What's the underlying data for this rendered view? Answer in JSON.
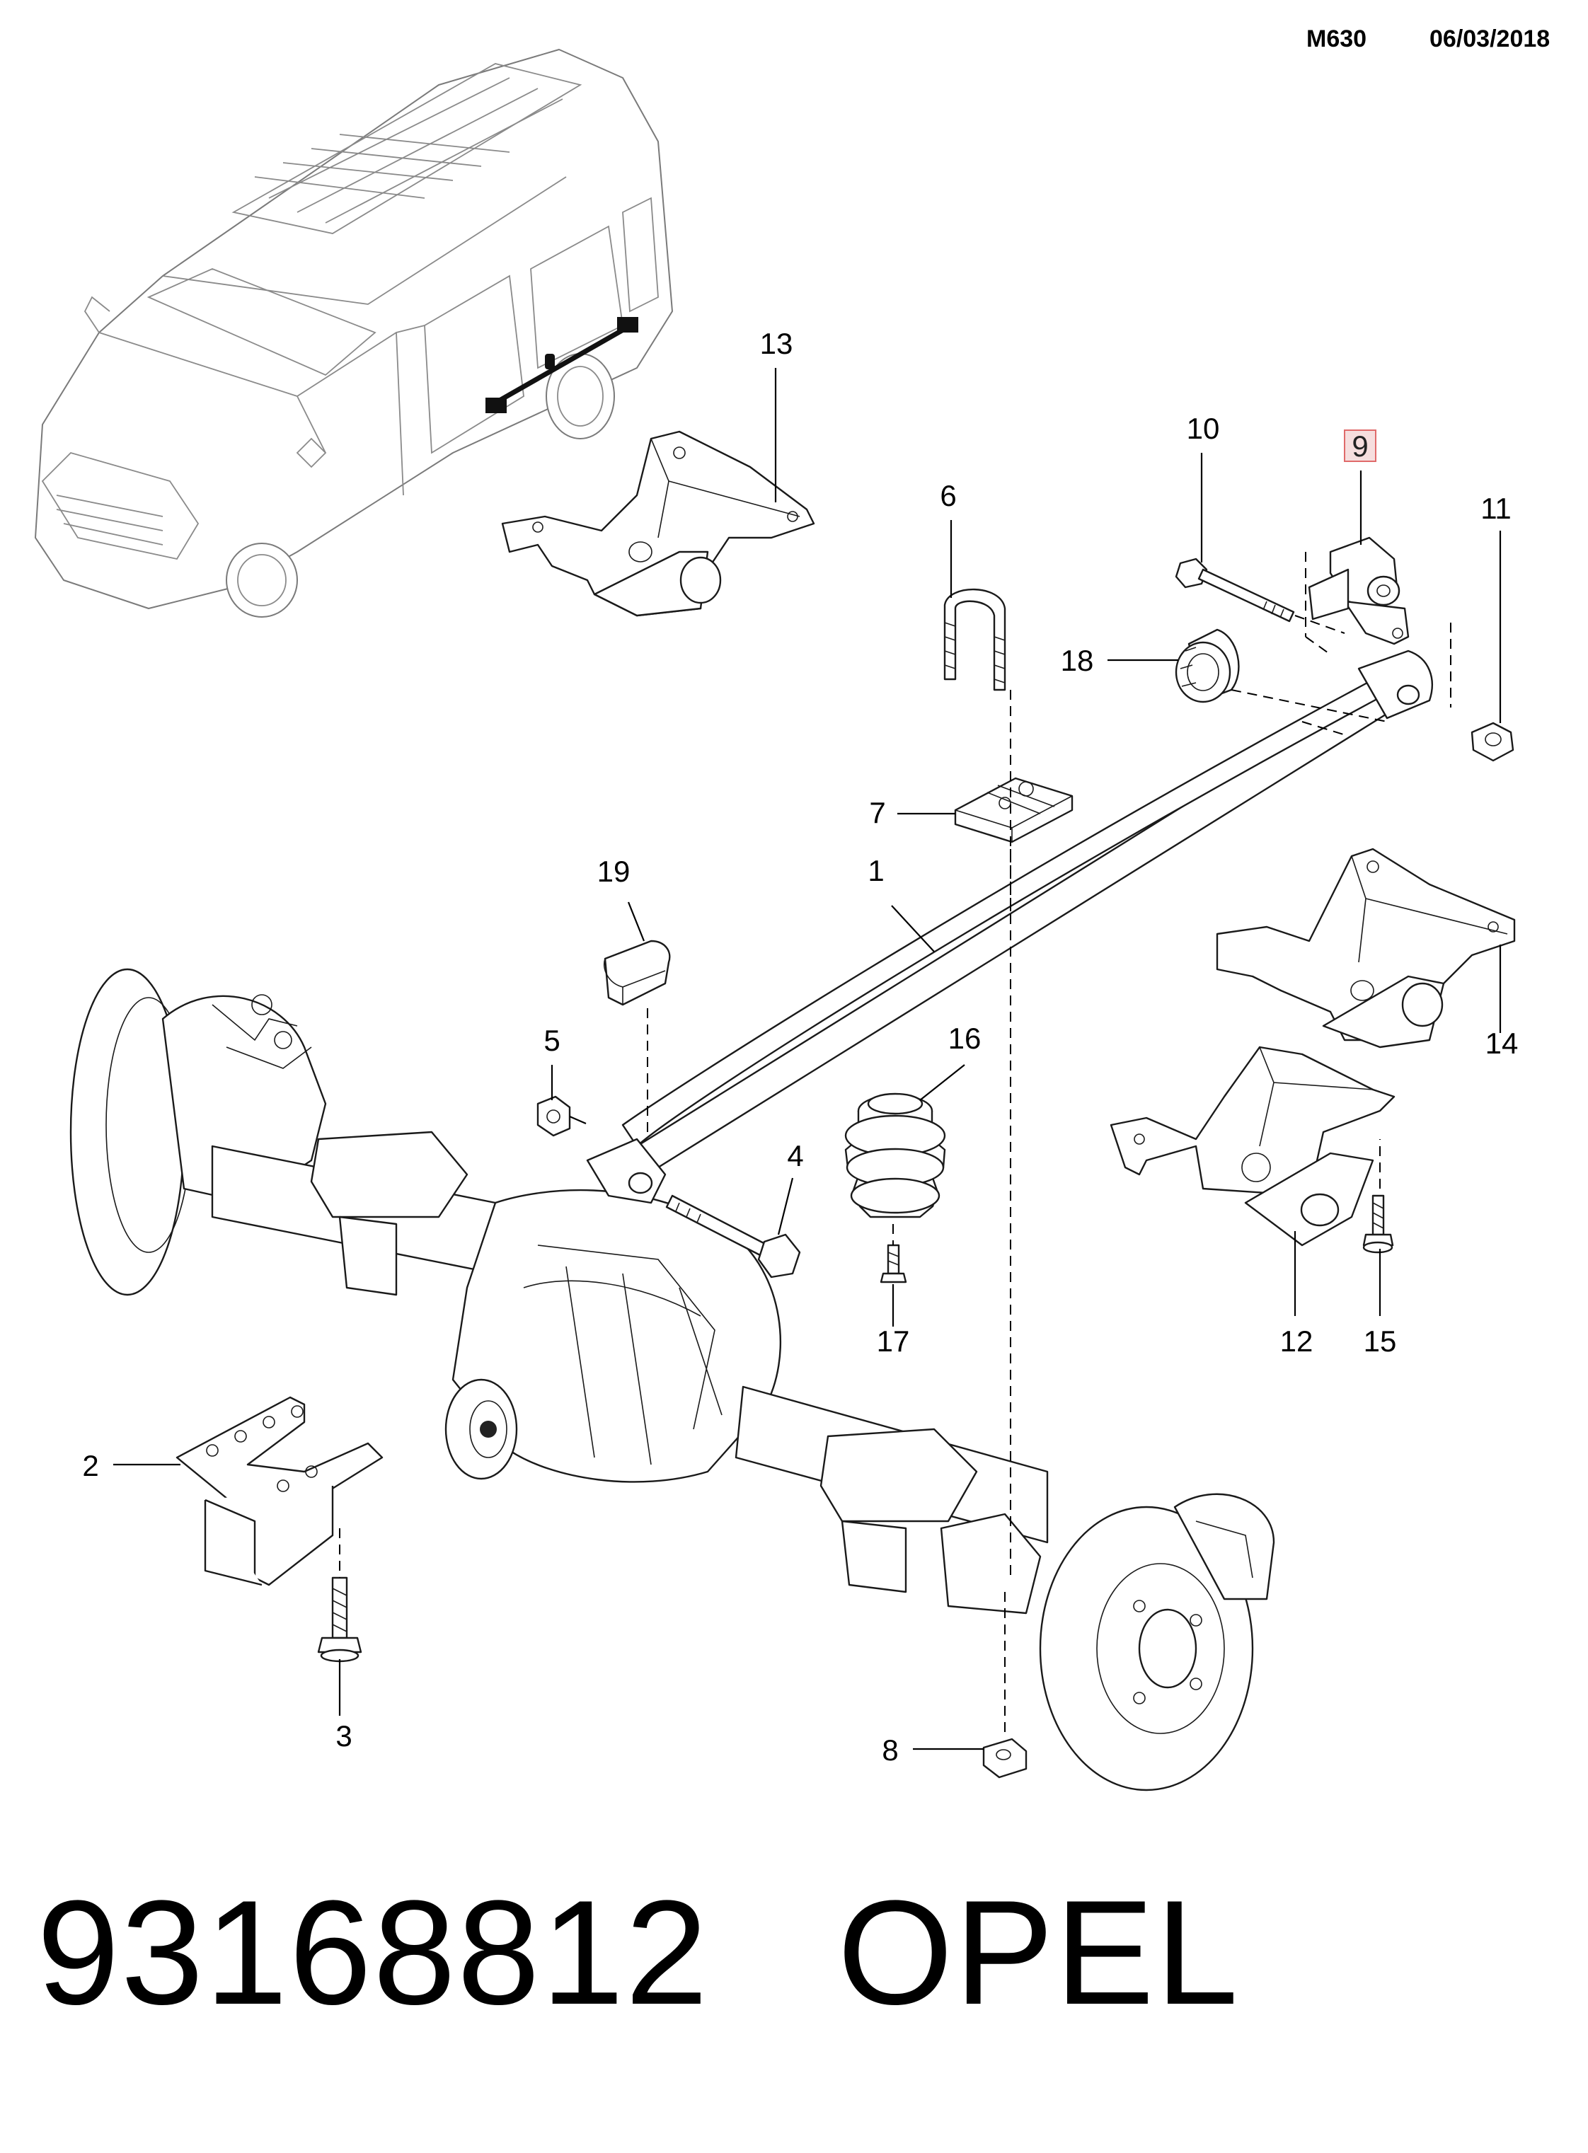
{
  "header": {
    "diagram_code": "M630",
    "date": "06/03/2018"
  },
  "callouts": [
    "1",
    "2",
    "3",
    "4",
    "5",
    "6",
    "7",
    "8",
    "9",
    "10",
    "11",
    "12",
    "13",
    "14",
    "15",
    "16",
    "17",
    "18",
    "19"
  ],
  "highlighted_callout": "9",
  "colors": {
    "line": "#1a1a1a",
    "vehicle_line": "#7a7a7a",
    "highlight_box": "#e06a6a"
  },
  "footer": {
    "part_number": "93168812",
    "brand": "OPEL"
  }
}
